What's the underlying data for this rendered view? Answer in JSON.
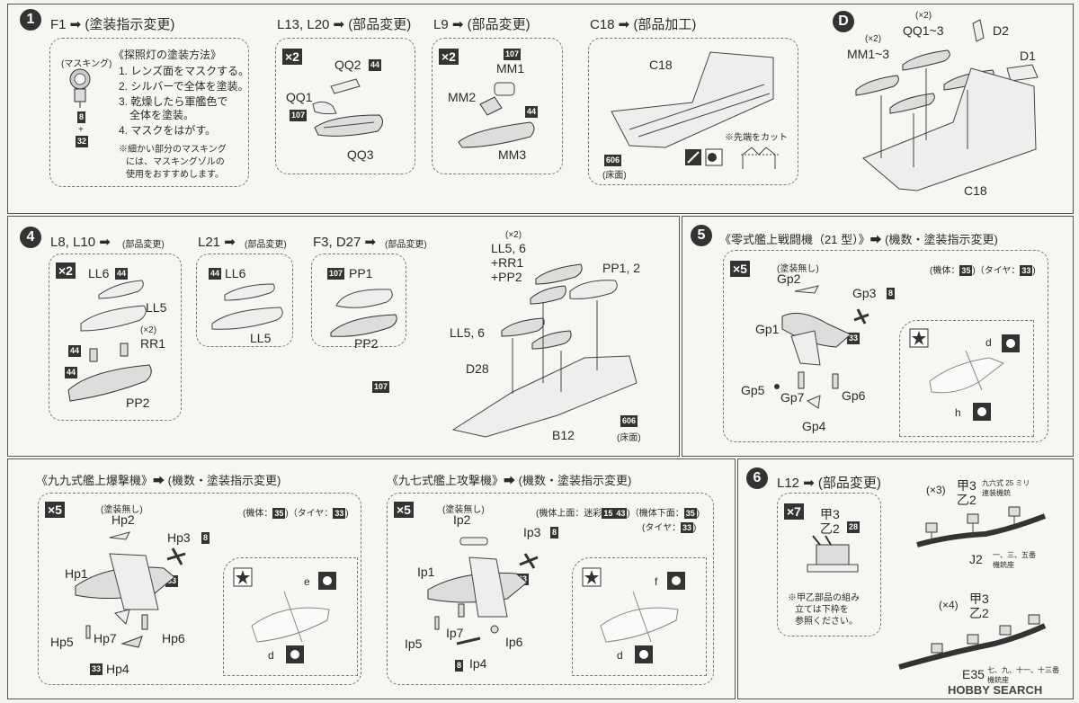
{
  "step1": {
    "num": "1",
    "f1_header": "F1 ➡ (塗装指示変更)",
    "masking_label": "(マスキング)",
    "badge_8": "8",
    "plus": "+",
    "badge_32": "32",
    "searchlight_title": "《探照灯の塗装方法》",
    "searchlight_steps": [
      "1. レンズ面をマスクする。",
      "2. シルバーで全体を塗装。",
      "3. 乾燥したら軍艦色で",
      "　全体を塗装。",
      "4. マスクをはがす。"
    ],
    "note": [
      "※細かい部分のマスキング",
      "には、マスキングゾルの",
      "使用をおすすめします。"
    ],
    "l13_header": "L13, L20 ➡ (部品変更)",
    "l13_x": "×2",
    "qq2": "QQ2",
    "qq2_badge": "44",
    "qq1": "QQ1",
    "qq1_badge": "107",
    "qq3": "QQ3",
    "l9_header": "L9 ➡ (部品変更)",
    "l9_x": "×2",
    "mm1_badge": "107",
    "mm1": "MM1",
    "mm2": "MM2",
    "mm3_badge": "44",
    "mm3": "MM3",
    "c18_header": "C18 ➡ (部品加工)",
    "c18": "C18",
    "badge_606": "606",
    "floor": "(床面)",
    "cut_note": "※先端をカット"
  },
  "stepD": {
    "letter": "D",
    "x2a": "(×2)",
    "qq13": "QQ1~3",
    "d2": "D2",
    "x2b": "(×2)",
    "mm13": "MM1~3",
    "d1": "D1",
    "c18": "C18"
  },
  "step4": {
    "num": "4",
    "l8_header": "L8, L10 ➡",
    "l8_sub": "(部品変更)",
    "l8_x": "×2",
    "ll6": "LL6",
    "ll6_badge": "44",
    "ll5": "LL5",
    "rr1_x": "(×2)",
    "rr1": "RR1",
    "b44a": "44",
    "b44b": "44",
    "pp2": "PP2",
    "l21_header": "L21 ➡",
    "l21_sub": "(部品変更)",
    "l21_ll6_badge": "44",
    "l21_ll6": "LL6",
    "l21_ll5": "LL5",
    "f3_header": "F3, D27 ➡",
    "f3_sub": "(部品変更)",
    "pp1_badge": "107",
    "pp1": "PP1",
    "f3_pp2": "PP2",
    "badge_107": "107",
    "asm_x2": "(×2)",
    "asm_ll56": "LL5, 6",
    "asm_rr1": "+RR1",
    "asm_pp2": "+PP2",
    "asm_pp12": "PP1, 2",
    "asm_ll56b": "LL5, 6",
    "d28": "D28",
    "b12": "B12",
    "badge_606": "606",
    "floor": "(床面)"
  },
  "step5": {
    "num": "5",
    "header": "《零式艦上戦闘機（21 型）》➡ (機数・塗装指示変更)",
    "x5": "×5",
    "unpainted": "(塗装無し)",
    "color_note": "(機体：",
    "color_b1": "35",
    "color_mid": ")（タイヤ：",
    "color_b2": "33",
    "color_end": ")",
    "gp2": "Gp2",
    "gp3": "Gp3",
    "gp3_badge": "8",
    "gp1": "Gp1",
    "b33": "33",
    "gp5": "Gp5",
    "gp7": "Gp7",
    "gp6": "Gp6",
    "gp4": "Gp4",
    "mark_d": "d",
    "mark_h": "h"
  },
  "step99": {
    "header": "《九九式艦上爆撃機》➡ (機数・塗装指示変更)",
    "x5": "×5",
    "unpainted": "(塗装無し)",
    "color_note": "(機体：",
    "color_b1": "35",
    "color_mid": ")（タイヤ：",
    "color_b2": "33",
    "color_end": ")",
    "hp2": "Hp2",
    "hp3": "Hp3",
    "hp3_badge": "8",
    "hp1": "Hp1",
    "b33": "33",
    "hp5": "Hp5",
    "hp7": "Hp7",
    "hp6": "Hp6",
    "hp4_badge": "33",
    "hp4": "Hp4",
    "mark_e": "e",
    "mark_d": "d"
  },
  "step97": {
    "header": "《九七式艦上攻撃機》➡ (機数・塗装指示変更)",
    "x5": "×5",
    "unpainted": "(塗装無し)",
    "color_note1": "(機体上面：迷彩",
    "color_b1": "15",
    "color_b2": "43",
    "color_note2": ")（機体下面：",
    "color_b3": "35",
    "color_end": ")",
    "tire_note": "(タイヤ：",
    "tire_badge": "33",
    "tire_end": ")",
    "ip2": "Ip2",
    "ip3": "Ip3",
    "ip3_badge": "8",
    "ip1": "Ip1",
    "b33": "33",
    "ip5": "Ip5",
    "ip7": "Ip7",
    "ip6": "Ip6",
    "ip4_badge": "8",
    "ip4": "Ip4",
    "mark_f": "f",
    "mark_d": "d"
  },
  "step6": {
    "num": "6",
    "header": "L12 ➡ (部品変更)",
    "x7": "×7",
    "kou3": "甲3",
    "otsu2": "乙2",
    "badge_28": "28",
    "note": [
      "※甲乙部品の組み",
      "立ては下枠を",
      "参照ください。"
    ],
    "x3": "(×3)",
    "r_kou3": "甲3",
    "r_otsu2": "乙2",
    "gun_note1": "九六式 25 ミリ",
    "gun_note2": "連装機銃",
    "j2": "J2",
    "j2_note1": "一、三、五番",
    "j2_note2": "機銃座",
    "x4": "(×4)",
    "r2_kou3": "甲3",
    "r2_otsu2": "乙2",
    "e35": "E35",
    "e35_note1": "七、九、十一、十三番",
    "e35_note2": "機銃座"
  },
  "watermark": "HOBBY SEARCH"
}
